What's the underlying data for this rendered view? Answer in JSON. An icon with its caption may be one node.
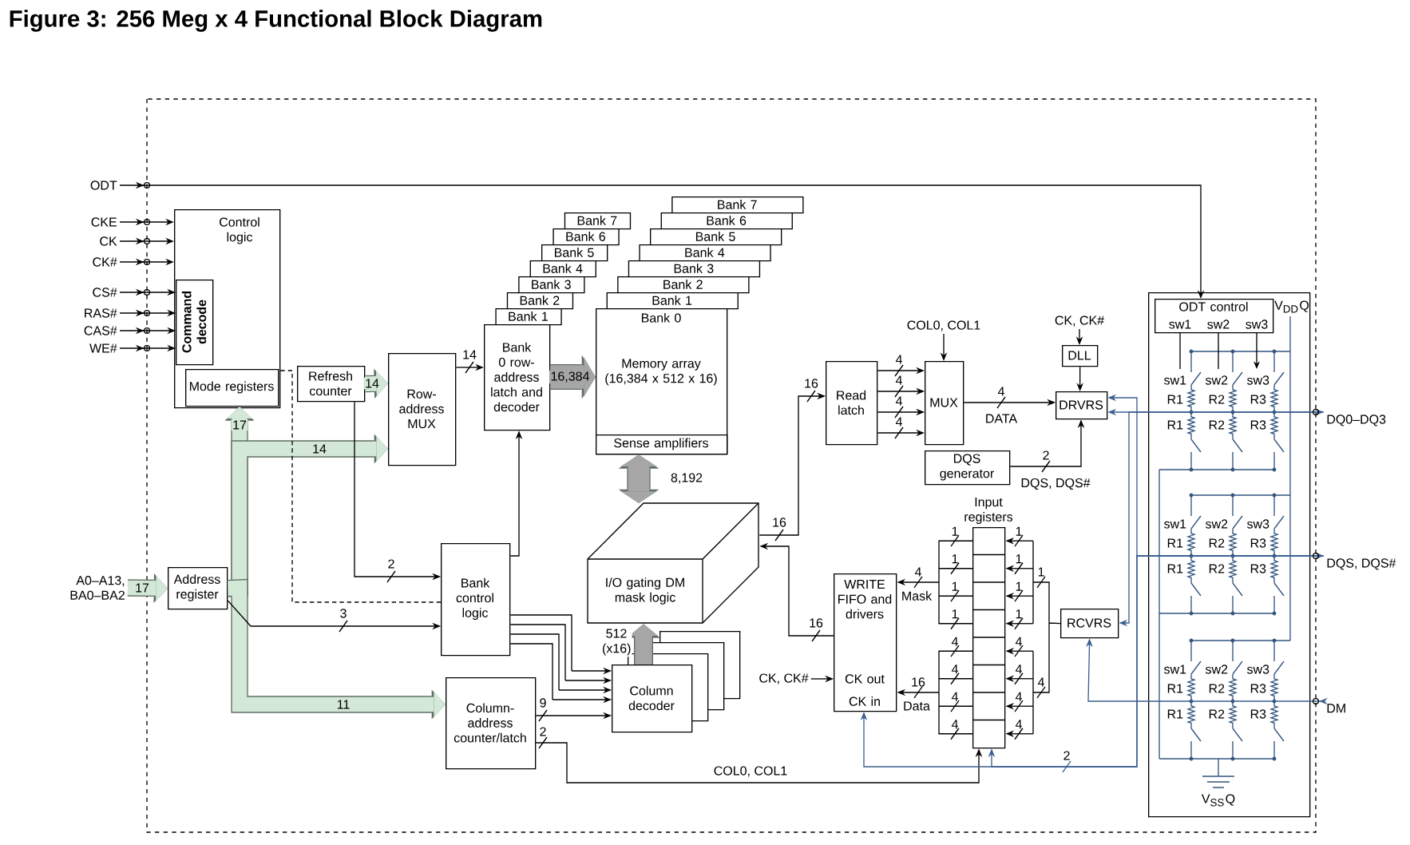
{
  "diagram": {
    "title": "Figure 3: 256 Meg x 4 Functional Block Diagram",
    "nodes": [
      {
        "text": [
          "ODT"
        ]
      },
      {
        "text": [
          "CKE"
        ]
      },
      {
        "text": [
          "CK"
        ]
      },
      {
        "text": [
          "CK#"
        ]
      },
      {
        "text": [
          "CS#"
        ]
      },
      {
        "text": [
          "RAS#"
        ]
      },
      {
        "text": [
          "CAS#"
        ]
      },
      {
        "text": [
          "WE#"
        ]
      },
      {
        "text": [
          "A0–A13, BA0–BA2"
        ]
      },
      {
        "text": [
          "Control logic"
        ]
      },
      {
        "text": [
          "Command decode"
        ],
        "in": 9
      },
      {
        "text": [
          "Mode registers"
        ],
        "in": 9
      },
      {
        "text": [
          "Address register"
        ]
      },
      {
        "text": [
          "Refresh counter"
        ]
      },
      {
        "text": [
          "Row-address MUX"
        ]
      },
      {
        "text": [
          "Bank 7"
        ]
      },
      {
        "text": [
          "Bank 6"
        ]
      },
      {
        "text": [
          "Bank 5"
        ]
      },
      {
        "text": [
          "Bank 4"
        ]
      },
      {
        "text": [
          "Bank 3"
        ]
      },
      {
        "text": [
          "Bank 2"
        ]
      },
      {
        "text": [
          "Bank 1"
        ]
      },
      {
        "text": [
          "Bank 0 row-address latch and decoder"
        ]
      },
      {
        "text": [
          "Bank 7"
        ]
      },
      {
        "text": [
          "Bank 6"
        ]
      },
      {
        "text": [
          "Bank 5"
        ]
      },
      {
        "text": [
          "Bank 4"
        ]
      },
      {
        "text": [
          "Bank 3"
        ]
      },
      {
        "text": [
          "Bank 2"
        ]
      },
      {
        "text": [
          "Bank 1"
        ]
      },
      {
        "text": [
          "Bank 0",
          "Memory array (16,384 x 512 x 16)"
        ]
      },
      {
        "text": [
          "Sense amplifiers"
        ],
        "in": 30
      },
      {
        "text": [
          "I/O gating DM mask logic"
        ]
      },
      {
        "text": [
          "Column decoder"
        ]
      },
      {
        "text": [
          "Bank control logic"
        ]
      },
      {
        "text": [
          "Column-address counter/latch"
        ]
      },
      {
        "text": [
          "Read latch"
        ]
      },
      {
        "text": [
          "MUX"
        ]
      },
      {
        "text": [
          "COL0, COL1"
        ]
      },
      {
        "text": [
          "CK, CK#"
        ]
      },
      {
        "text": [
          "DLL"
        ]
      },
      {
        "text": [
          "DRVRS"
        ]
      },
      {
        "text": [
          "DQS generator"
        ]
      },
      {
        "text": [
          "Input registers"
        ]
      },
      {
        "text": [
          "WRITE FIFO and drivers",
          "CK out",
          "CK in"
        ]
      },
      {
        "text": [
          "CK, CK#"
        ]
      },
      {
        "text": [
          "RCVRS"
        ]
      },
      {
        "text": [],
        "shape": "box"
      },
      {
        "text": [
          "ODT control",
          "sw1",
          "sw2",
          "sw3"
        ],
        "in": 47
      },
      {
        "text": [
          "DQ0–DQ3"
        ]
      },
      {
        "text": [
          "DQS, DQS#"
        ]
      },
      {
        "text": [
          "DM"
        ]
      }
    ],
    "edges": [
      {
        "from": 0,
        "to": 48,
        "arrow": "to"
      },
      {
        "from": 1,
        "to": 9,
        "arrow": "to"
      },
      {
        "from": 2,
        "to": 9,
        "arrow": "to"
      },
      {
        "from": 3,
        "to": 9,
        "arrow": "to"
      },
      {
        "from": 4,
        "to": 10,
        "arrow": "to"
      },
      {
        "from": 5,
        "to": 10,
        "arrow": "to"
      },
      {
        "from": 6,
        "to": 10,
        "arrow": "to"
      },
      {
        "from": 7,
        "to": 10,
        "arrow": "to"
      },
      {
        "from": 8,
        "to": 12,
        "arrow": "to",
        "label": "17",
        "style": "thick",
        "color": "#d3e8d6"
      },
      {
        "from": 12,
        "to": 11,
        "arrow": "to",
        "label": "17",
        "style": "thick",
        "color": "#d3e8d6"
      },
      {
        "from": 12,
        "to": 14,
        "arrow": "to",
        "label": "14",
        "style": "thick",
        "color": "#d3e8d6"
      },
      {
        "from": 12,
        "to": 35,
        "arrow": "to",
        "label": "11",
        "style": "thick",
        "color": "#d3e8d6"
      },
      {
        "from": 13,
        "to": 14,
        "arrow": "to",
        "label": "14",
        "style": "thick",
        "color": "#d3e8d6"
      },
      {
        "from": 9,
        "to": 34,
        "arrow": "none",
        "style": "dashed"
      },
      {
        "from": 14,
        "to": 22,
        "arrow": "to",
        "label": "14"
      },
      {
        "from": 13,
        "to": 34,
        "arrow": "to",
        "label": "2"
      },
      {
        "from": 12,
        "to": 34,
        "arrow": "to",
        "label": "3"
      },
      {
        "from": 34,
        "to": 22,
        "arrow": "to"
      },
      {
        "from": 34,
        "to": 33,
        "arrow": "to"
      },
      {
        "from": 35,
        "to": 33,
        "arrow": "to",
        "label": "9"
      },
      {
        "from": 35,
        "to": 43,
        "arrow": "to",
        "label": "COL0, COL1"
      },
      {
        "from": 22,
        "to": 30,
        "arrow": "to",
        "label": "16,384",
        "style": "thick",
        "color": "#a6a6a6"
      },
      {
        "from": 31,
        "to": 32,
        "arrow": "both",
        "label": "8,192",
        "style": "thick",
        "color": "#a6a6a6"
      },
      {
        "from": 33,
        "to": 32,
        "arrow": "to",
        "label": "512 (x16)",
        "style": "thick",
        "color": "#a6a6a6"
      },
      {
        "from": 32,
        "to": 36,
        "arrow": "to",
        "label": "16"
      },
      {
        "from": 44,
        "to": 32,
        "arrow": "to",
        "label": "16"
      },
      {
        "from": 36,
        "to": 37,
        "arrow": "to"
      },
      {
        "from": 38,
        "to": 37,
        "arrow": "to"
      },
      {
        "from": 37,
        "to": 41,
        "arrow": "to",
        "label": "DATA"
      },
      {
        "from": 39,
        "to": 40,
        "arrow": "to"
      },
      {
        "from": 40,
        "to": 41,
        "arrow": "to"
      },
      {
        "from": 42,
        "to": 41,
        "arrow": "to",
        "label": "DQS, DQS#"
      },
      {
        "from": 49,
        "to": 41,
        "arrow": "both",
        "color": "#3b5f8f"
      },
      {
        "from": 50,
        "to": 41,
        "arrow": "both",
        "color": "#3b5f8f"
      },
      {
        "from": 49,
        "to": 46,
        "arrow": "to",
        "color": "#3b5f8f"
      },
      {
        "from": 51,
        "to": 46,
        "arrow": "to",
        "color": "#3b5f8f"
      },
      {
        "from": 50,
        "to": 44,
        "arrow": "to",
        "color": "#3b5f8f"
      },
      {
        "from": 50,
        "to": 43,
        "arrow": "to",
        "color": "#3b5f8f"
      },
      {
        "from": 46,
        "to": 43,
        "arrow": "to"
      },
      {
        "from": 43,
        "to": 44,
        "arrow": "to",
        "label": "Mask"
      },
      {
        "from": 43,
        "to": 44,
        "arrow": "to",
        "label": "Data"
      },
      {
        "from": 45,
        "to": 44,
        "arrow": "to"
      }
    ],
    "labels": [
      "16",
      "4",
      "4",
      "4",
      "4",
      "4",
      "2",
      "V$_{DD}$Q",
      "sw1",
      "sw2",
      "sw3",
      "R1",
      "R2",
      "R3",
      "R1",
      "R2",
      "R3",
      "1",
      "1",
      "1",
      "1",
      "4",
      "1",
      "1",
      "1",
      "1",
      "1",
      "4",
      "4",
      "4",
      "4",
      "16",
      "4",
      "4",
      "4",
      "4",
      "4",
      "sw1",
      "sw2",
      "sw3",
      "R1",
      "R2",
      "R3",
      "R1",
      "R2",
      "R3",
      "sw1",
      "sw2",
      "sw3",
      "R1",
      "R2",
      "R3",
      "R1",
      "R2",
      "R3",
      "2",
      "2",
      "V$_{SS}$Q"
    ]
  }
}
